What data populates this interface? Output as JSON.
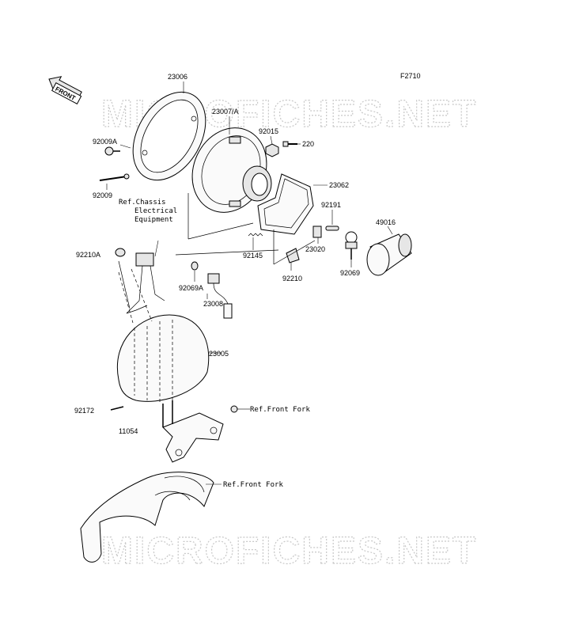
{
  "figure_code": "F2710",
  "front_badge": "FRONT",
  "watermark": "MICROFICHES.NET",
  "ref_chassis": [
    "Ref.Chassis",
    "Electrical",
    "Equipment"
  ],
  "labels": {
    "p23006": "23006",
    "p23007a": "23007/A",
    "p92015": "92015",
    "p220": "220",
    "p92009a": "92009A",
    "p23062": "23062",
    "p92009": "92009",
    "p92191": "92191",
    "p49016": "49016",
    "p92210a": "92210A",
    "p92145": "92145",
    "p23020": "23020",
    "p92210": "92210",
    "p92069": "92069",
    "p92069a": "92069A",
    "p23008": "23008",
    "p23005": "23005",
    "p92172": "92172",
    "ref_front_fork_1": "Ref.Front Fork",
    "p11054": "11054",
    "ref_front_fork_2": "Ref.Front Fork"
  },
  "colors": {
    "line": "#000000",
    "watermark": "#c8c8c8",
    "background": "#ffffff"
  }
}
